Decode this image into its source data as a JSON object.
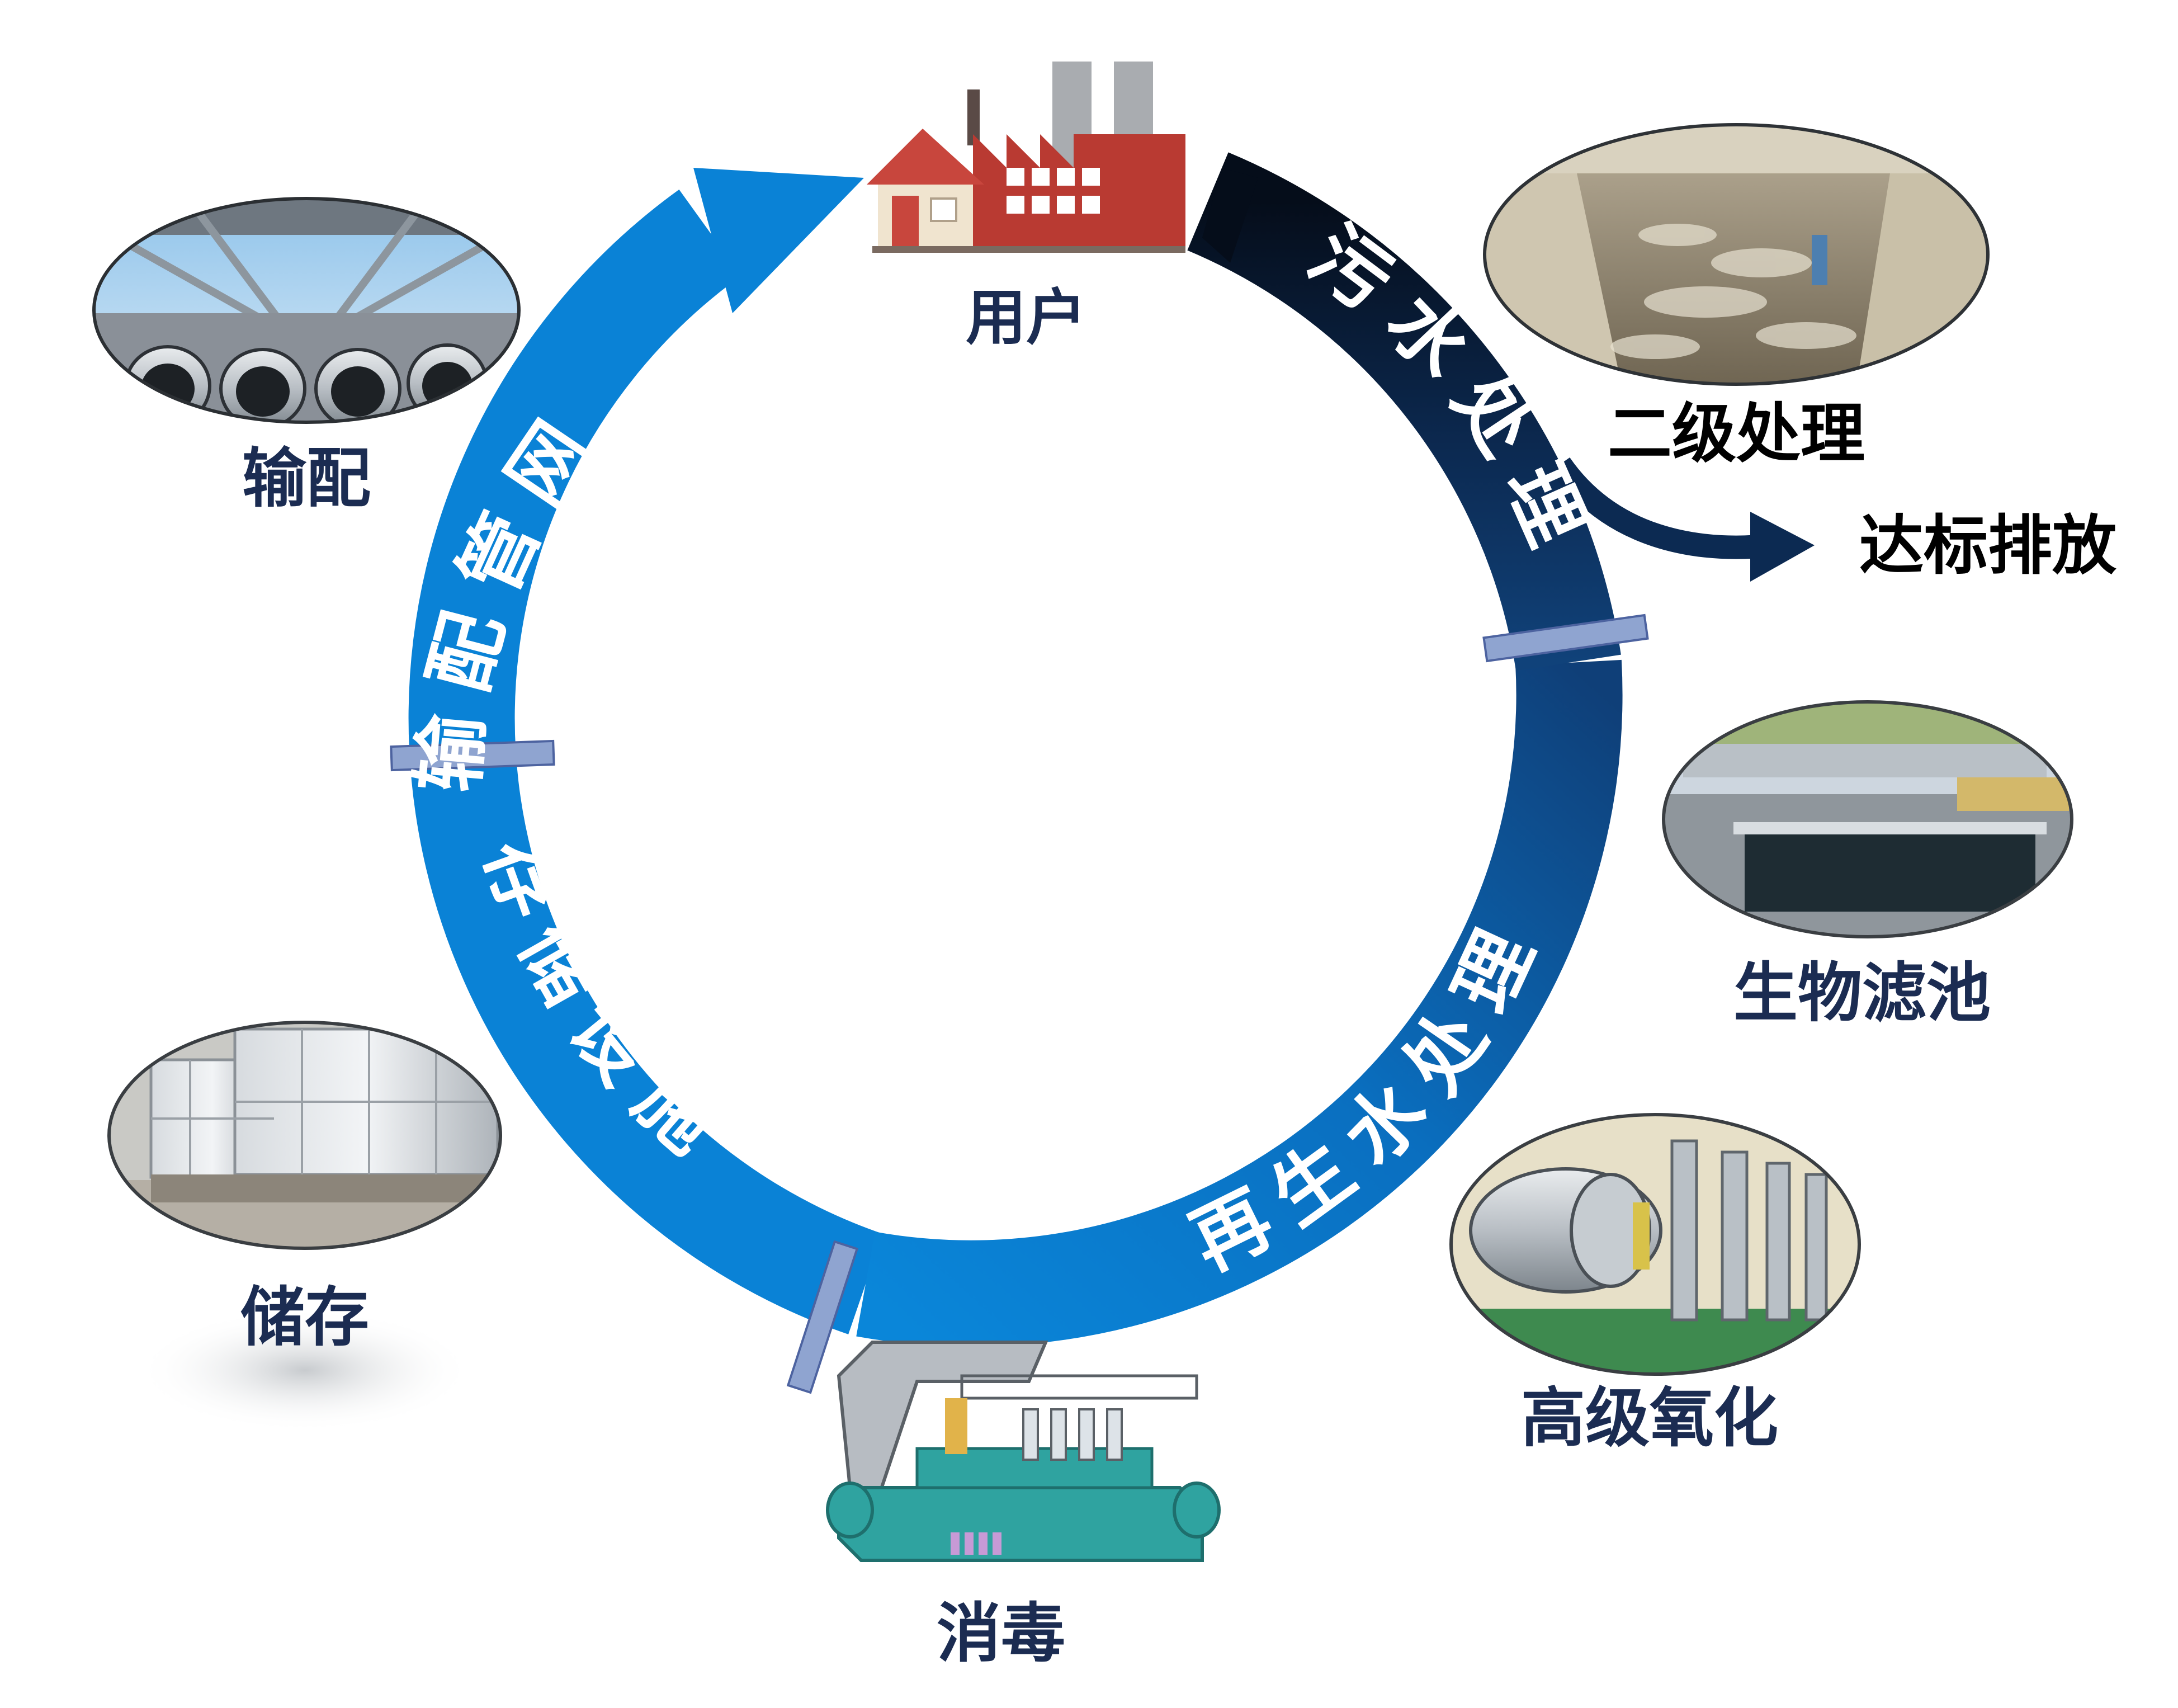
{
  "nodes": {
    "user": {
      "label": "用户"
    },
    "transport": {
      "label": "输配"
    },
    "storage": {
      "label": "储存"
    },
    "disinfection": {
      "label": "消毒"
    },
    "secondary": {
      "label": "二级处理"
    },
    "discharge": {
      "label": "达标排放"
    },
    "biofilter": {
      "label": "生物滤池"
    },
    "oxidation": {
      "label": "高级氧化"
    }
  },
  "arcs": {
    "pipe_network": "输配管网",
    "storage_facility": "存储设施",
    "reclaimed_treatment": "再生水处理",
    "sewage_treatment": "污水处理"
  },
  "colors": {
    "ring_blue": "#0a82d6",
    "ring_dark": "#081a33",
    "label_navy": "#1b2c52",
    "label_black": "#000000"
  }
}
